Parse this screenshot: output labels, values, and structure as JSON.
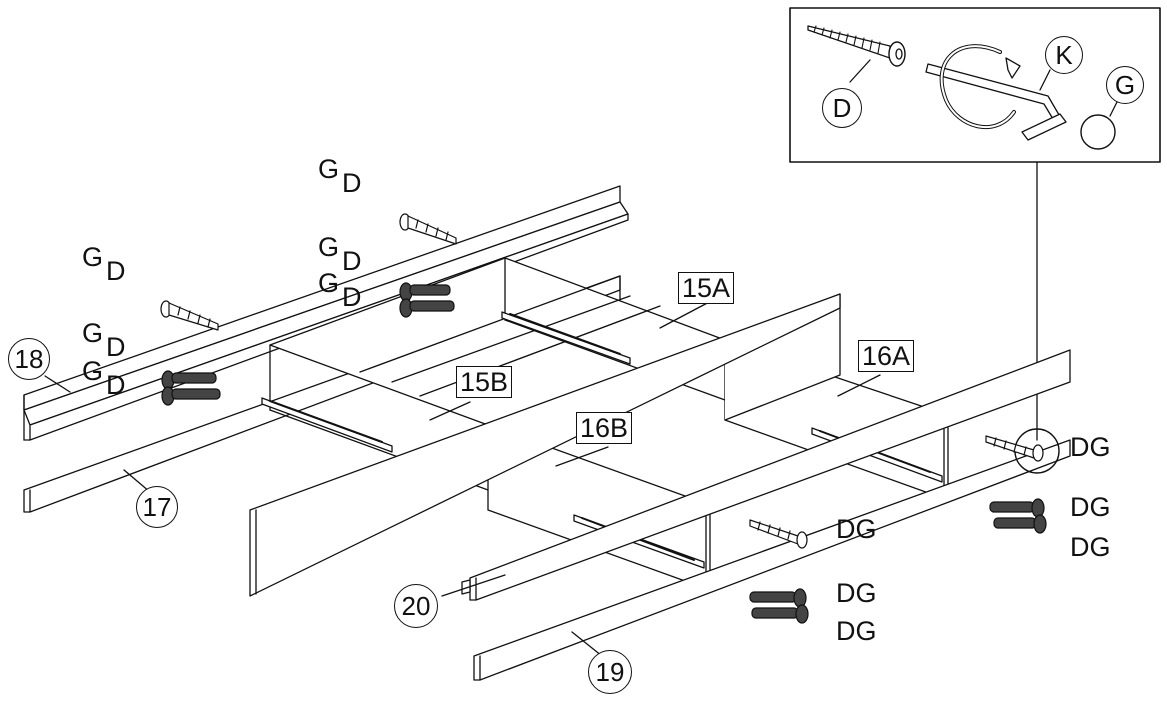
{
  "inset": {
    "screw_label": "D",
    "key_label": "K",
    "cap_label": "G"
  },
  "callouts": {
    "gd": [
      {
        "g": "G",
        "d": "D"
      },
      {
        "g": "G",
        "d": "D"
      },
      {
        "g": "G",
        "d": "D"
      },
      {
        "g": "G",
        "d": "D"
      },
      {
        "g": "G",
        "d": "D"
      },
      {
        "g": "G",
        "d": "D"
      }
    ],
    "dg": [
      "DG",
      "DG",
      "DG",
      "DG",
      "DG",
      "DG"
    ]
  },
  "parts": {
    "p15a": "15A",
    "p15b": "15B",
    "p16a": "16A",
    "p16b": "16B",
    "p17": "17",
    "p18": "18",
    "p19": "19",
    "p20": "20"
  },
  "colors": {
    "line": "#111111",
    "fill": "#ffffff",
    "shade": "#dcdcdc"
  }
}
